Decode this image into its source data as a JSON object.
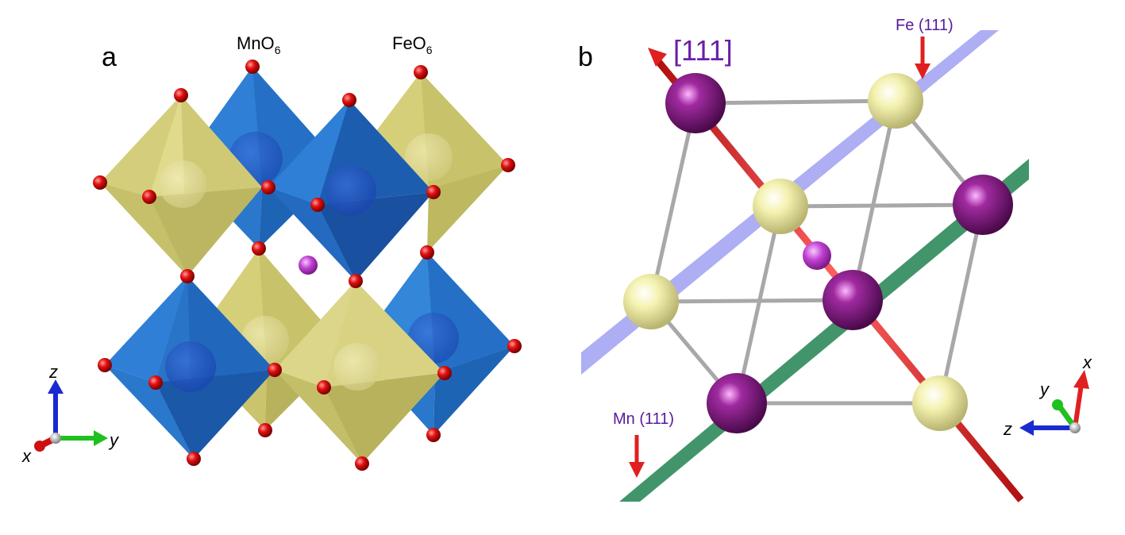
{
  "panel_a": {
    "letter": "a",
    "mn_label": "MnO",
    "mn_sub": "6",
    "fe_label": "FeO",
    "fe_sub": "6",
    "axes": {
      "z": "z",
      "y": "y",
      "x": "x"
    }
  },
  "panel_b": {
    "letter": "b",
    "direction_label": "[111]",
    "fe_plane_label": "Fe (111)",
    "mn_plane_label": "Mn (111)",
    "axes": {
      "x": "x",
      "y": "y",
      "z": "z"
    }
  },
  "colors": {
    "mn_octahedron": "#2f7fd6",
    "fe_octahedron": "#d8d27a",
    "oxygen": "#e01010",
    "mn_atom": "#8a1a8a",
    "fe_atom": "#f2f0a8",
    "a_site_atom": "#c040d0",
    "fe_plane": "#8c8cf0",
    "mn_plane": "#2e8a5a",
    "axis_111": "#e02020",
    "bond": "#a8a8a8"
  }
}
